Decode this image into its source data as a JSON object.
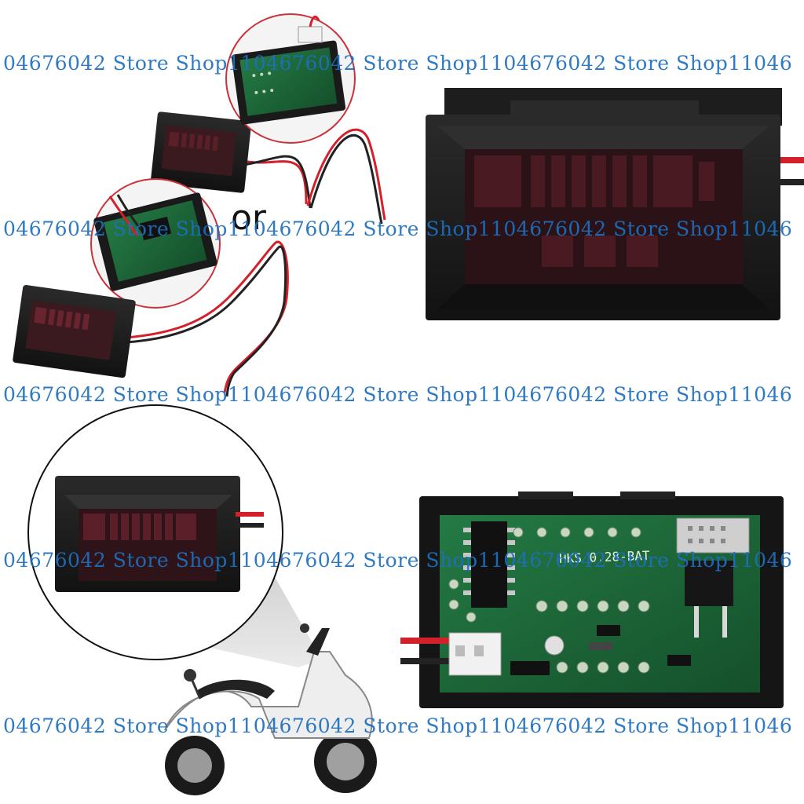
{
  "separator_label": "or",
  "pcb_label": "HKS 0.28-BAT",
  "watermark": {
    "text": "04676042 Store Shop1104676042 Store Shop1104676042 Store Shop11046"
  },
  "colors": {
    "case": "#1c1c1c",
    "screen": "#3a1a1e",
    "led": "#7a2530",
    "pcb": "#1f6b3a",
    "wire_red": "#d3202a",
    "wire_black": "#222222",
    "watermark": "#1e6fbf"
  }
}
